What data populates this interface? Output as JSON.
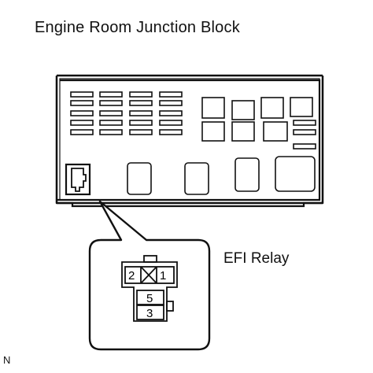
{
  "title": "Engine Room Junction Block",
  "callout_label": "EFI Relay",
  "connector": {
    "top_row": [
      "2",
      "1"
    ],
    "bottom_column": [
      "5",
      "3"
    ]
  },
  "corner_code": "N"
}
